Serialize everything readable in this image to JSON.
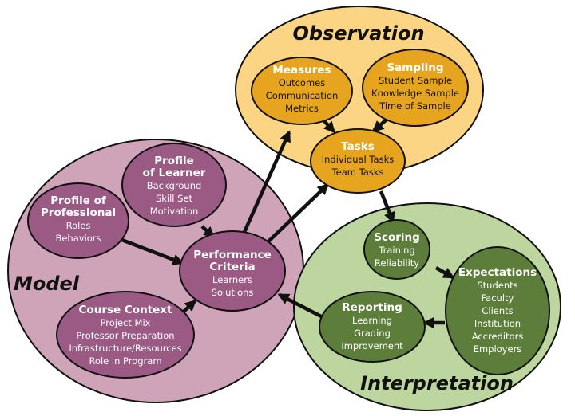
{
  "colors": {
    "observation_fill": "#fbd583",
    "model_fill": "#cfa4b8",
    "interpretation_fill": "#bdd6a0",
    "observation_node": "#e7a51f",
    "model_node": "#9b5a84",
    "interpretation_node": "#5d7d3a",
    "outline": "#111111",
    "arrow": "#111111"
  },
  "regions": {
    "observation": "Observation",
    "model": "Model",
    "interpretation": "Interpretation"
  },
  "nodes": {
    "measures": {
      "title": [
        "Measures"
      ],
      "lines": [
        "Outcomes",
        "Communication",
        "Metrics"
      ]
    },
    "sampling": {
      "title": [
        "Sampling"
      ],
      "lines": [
        "Student Sample",
        "Knowledge Sample",
        "Time of Sample"
      ]
    },
    "tasks": {
      "title": [
        "Tasks"
      ],
      "lines": [
        "Individual Tasks",
        "Team Tasks"
      ]
    },
    "profile_professional": {
      "title": [
        "Profile of",
        "Professional"
      ],
      "lines": [
        "Roles",
        "Behaviors"
      ]
    },
    "profile_learner": {
      "title": [
        "Profile",
        "of Learner"
      ],
      "lines": [
        "Background",
        "Skill Set",
        "Motivation"
      ]
    },
    "performance_criteria": {
      "title": [
        "Performance",
        "Criteria"
      ],
      "lines": [
        "Learners",
        "Solutions"
      ]
    },
    "course_context": {
      "title": [
        "Course Context"
      ],
      "lines": [
        "Project Mix",
        "Professor Preparation",
        "Infrastructure/Resources",
        "Role in Program"
      ]
    },
    "scoring": {
      "title": [
        "Scoring"
      ],
      "lines": [
        "Training",
        "Reliability"
      ]
    },
    "expectations": {
      "title": [
        "Expectations"
      ],
      "lines": [
        "Students",
        "Faculty",
        "Clients",
        "Institution",
        "Accreditors",
        "Employers"
      ]
    },
    "reporting": {
      "title": [
        "Reporting"
      ],
      "lines": [
        "Learning",
        "Grading",
        "Improvement"
      ]
    }
  }
}
